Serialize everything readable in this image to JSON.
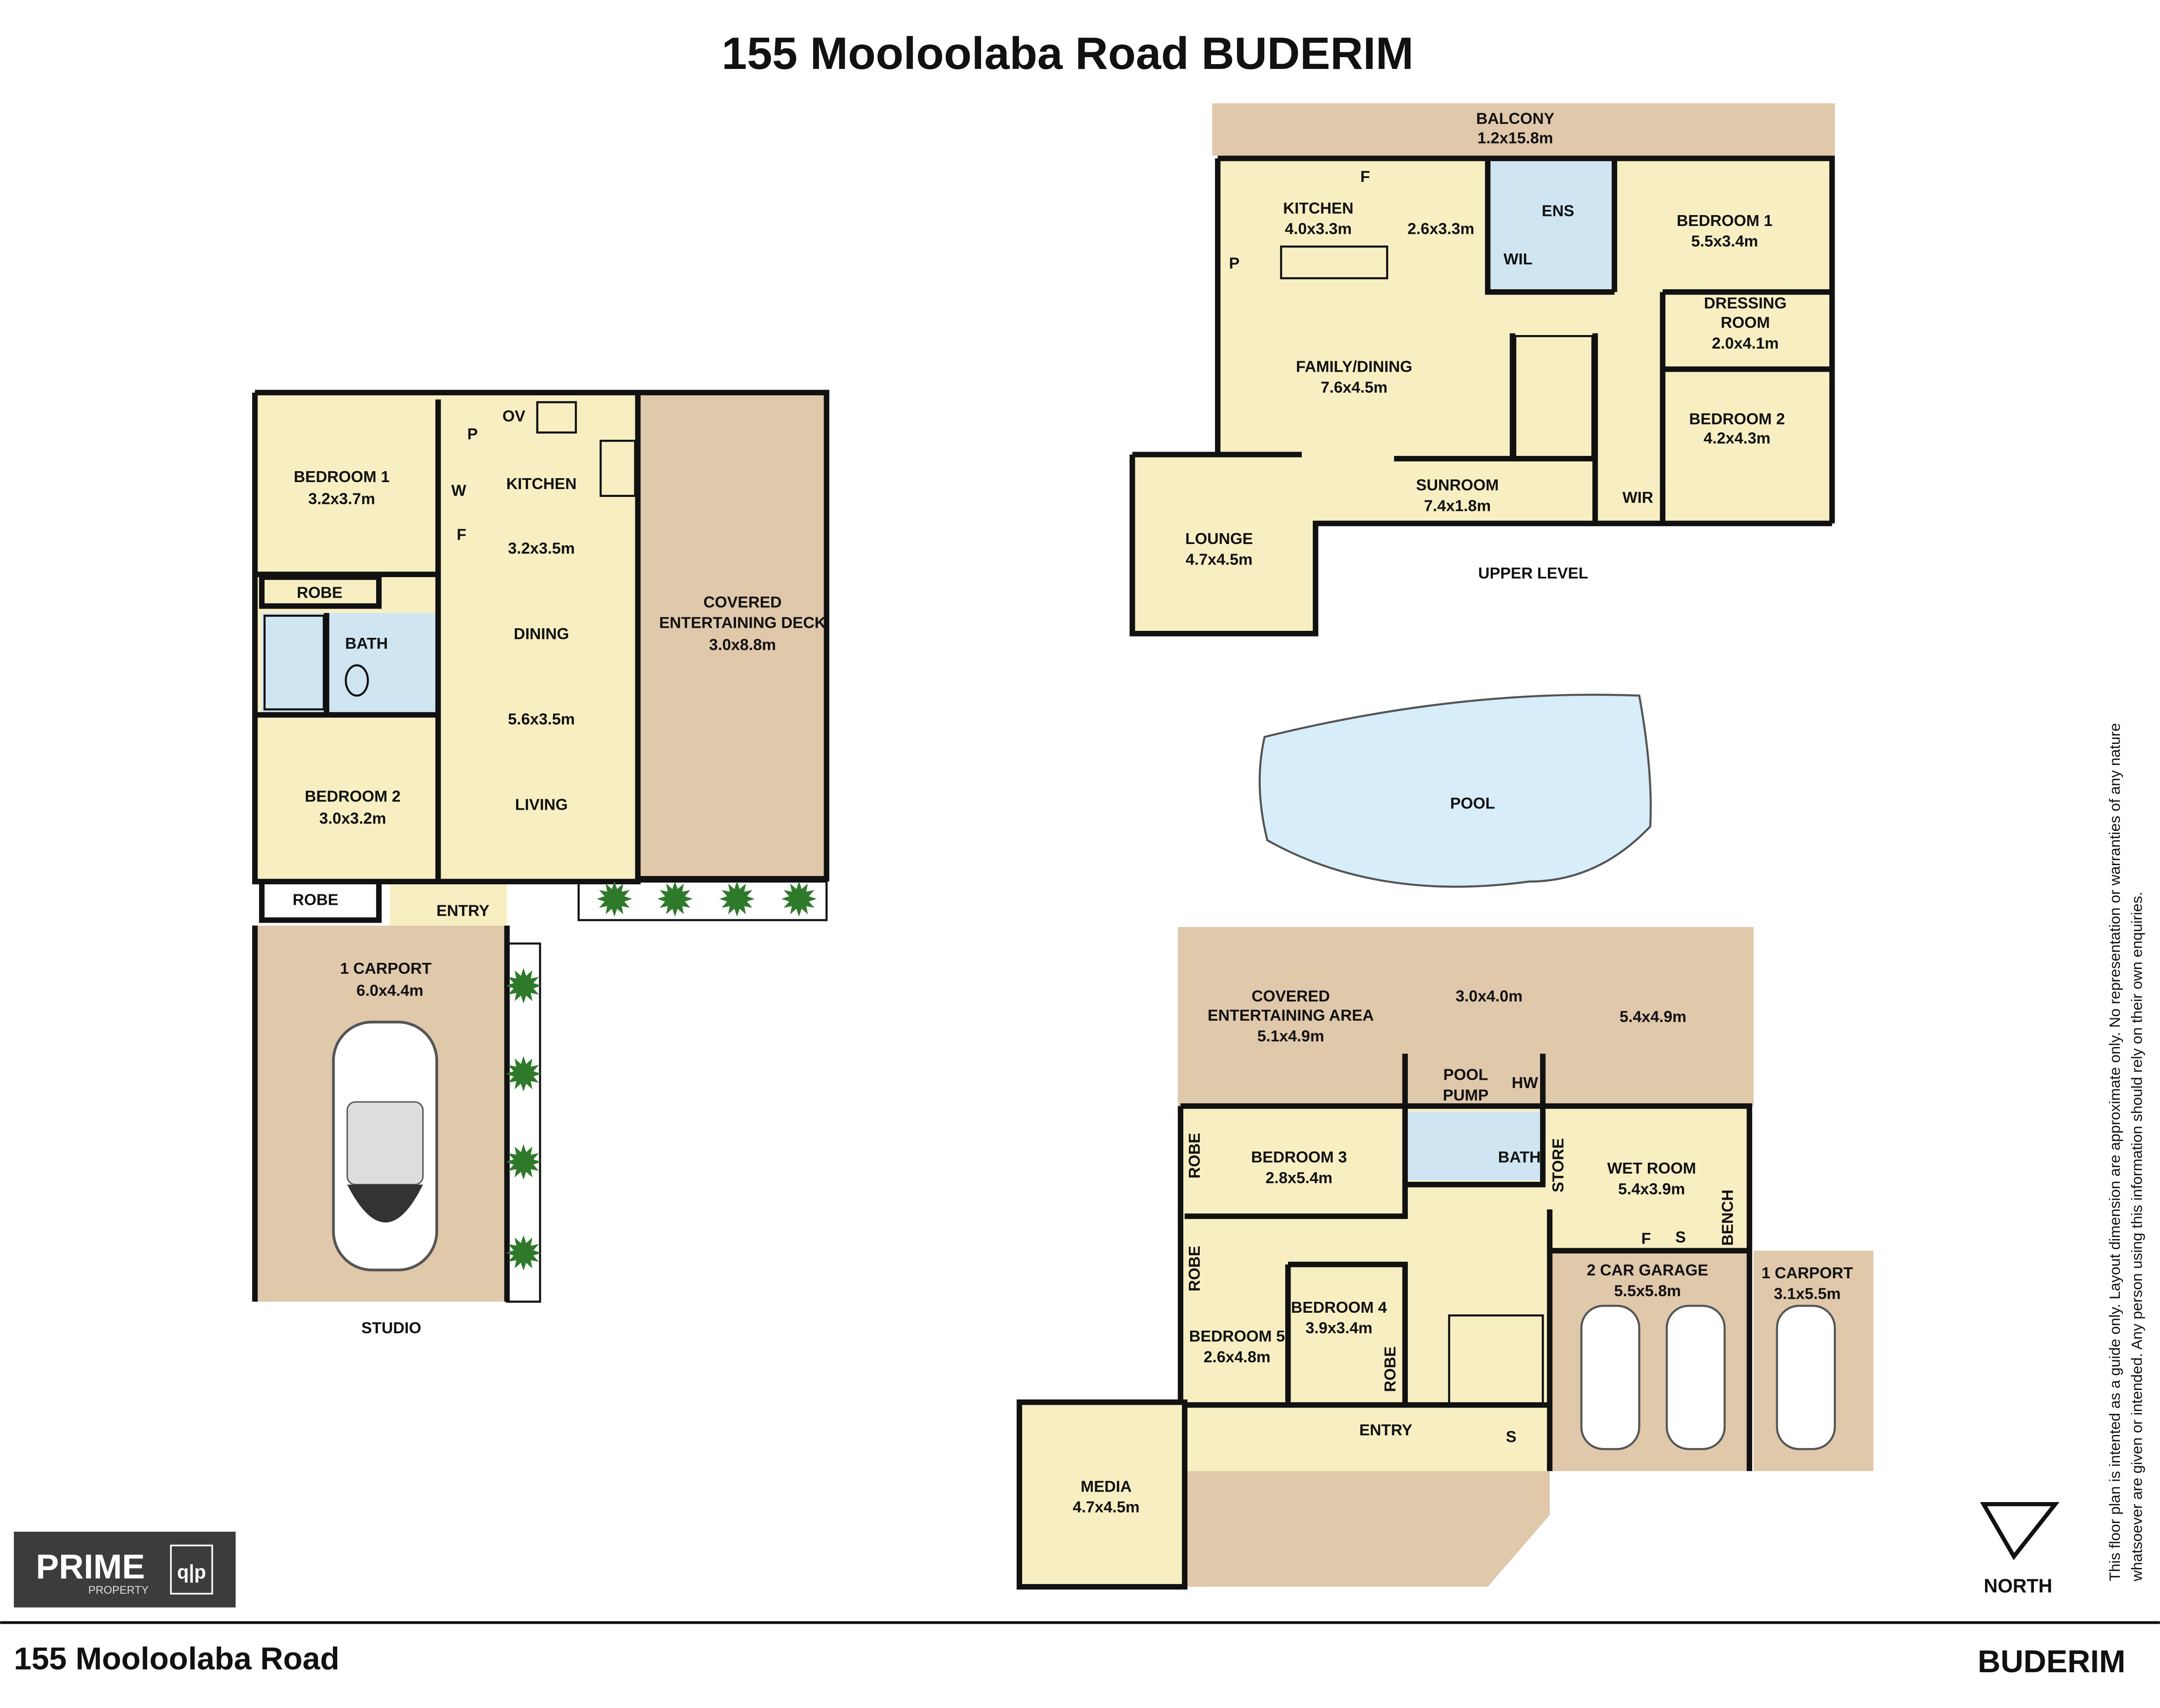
{
  "title": "155 Mooloolaba Road BUDERIM",
  "footer": {
    "address": "155 Mooloolaba Road",
    "suburb": "BUDERIM"
  },
  "logo": {
    "brand": "PRIME",
    "sub": "PROPERTY",
    "mark": "q|p"
  },
  "north_label": "NORTH",
  "disclaimer": [
    "This floor plan is intented as a guide only. Layout dimension are approximate only. No representation or warranties of any nature",
    "whatsoever are given or intended. Any person using this information should rely on their own enquiries."
  ],
  "colors": {
    "room": "#f7efc2",
    "deck": "#e0c8ab",
    "pool": "#d7edf9",
    "wall": "#111111",
    "logo_bg": "#3c3c3c"
  },
  "plans": {
    "studio": {
      "labels": [
        "BEDROOM 1",
        "3.2x3.7m",
        "ROBE",
        "BATH",
        "BEDROOM 2",
        "3.0x3.2m",
        "ROBE",
        "KITCHEN",
        "3.2x3.5m",
        "DINING",
        "5.6x3.5m",
        "LIVING",
        "P",
        "OV",
        "W",
        "F",
        "COVERED",
        "ENTERTAINING DECK",
        "3.0x8.8m",
        "ENTRY",
        "1 CARPORT",
        "6.0x4.4m",
        "STUDIO"
      ]
    },
    "upper": {
      "labels": [
        "BALCONY",
        "1.2x15.8m",
        "KITCHEN",
        "4.0x3.3m",
        "2.6x3.3m",
        "ENS",
        "WIL",
        "BEDROOM 1",
        "5.5x3.4m",
        "DRESSING",
        "ROOM",
        "2.0x4.1m",
        "FAMILY/DINING",
        "7.6x4.5m",
        "BEDROOM 2",
        "4.2x4.3m",
        "SUNROOM",
        "7.4x1.8m",
        "WIR",
        "LOUNGE",
        "4.7x4.5m",
        "UPPER LEVEL",
        "P",
        "F"
      ]
    },
    "pool": {
      "labels": [
        "POOL"
      ]
    },
    "lower": {
      "labels": [
        "COVERED",
        "ENTERTAINING AREA",
        "5.1x4.9m",
        "3.0x4.0m",
        "5.4x4.9m",
        "POOL",
        "PUMP",
        "HW",
        "ROBE",
        "BEDROOM 3",
        "2.8x5.4m",
        "BATH",
        "STORE",
        "WET ROOM",
        "5.4x3.9m",
        "BENCH",
        "F",
        "S",
        "2 CAR GARAGE",
        "5.5x5.8m",
        "1 CARPORT",
        "3.1x5.5m",
        "ROBE",
        "BEDROOM 4",
        "3.9x3.4m",
        "BEDROOM 5",
        "2.6x4.8m",
        "ROBE",
        "ENTRY",
        "S",
        "MEDIA",
        "4.7x4.5m"
      ]
    }
  }
}
